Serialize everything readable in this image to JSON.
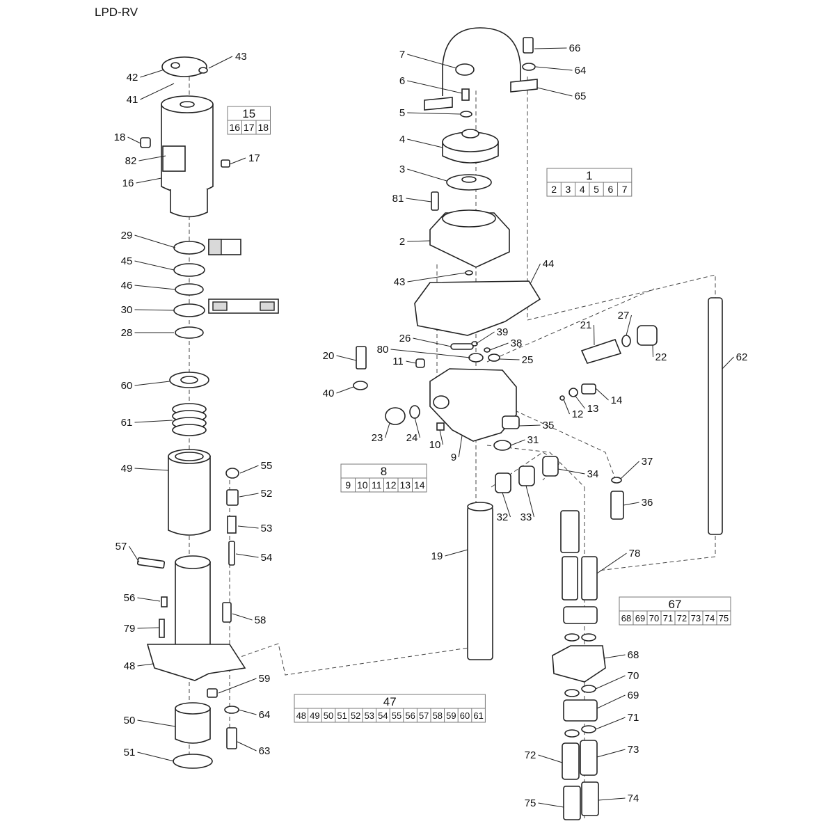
{
  "title": "LPD-RV",
  "groups": [
    {
      "id": "g15",
      "main": "15",
      "subs": [
        "16",
        "17",
        "18"
      ]
    },
    {
      "id": "g1",
      "main": "1",
      "subs": [
        "2",
        "3",
        "4",
        "5",
        "6",
        "7"
      ]
    },
    {
      "id": "g8",
      "main": "8",
      "subs": [
        "9",
        "10",
        "11",
        "12",
        "13",
        "14"
      ]
    },
    {
      "id": "g67",
      "main": "67",
      "subs": [
        "68",
        "69",
        "70",
        "71",
        "72",
        "73",
        "74",
        "75"
      ]
    },
    {
      "id": "g47",
      "main": "47",
      "subs": [
        "48",
        "49",
        "50",
        "51",
        "52",
        "53",
        "54",
        "55",
        "56",
        "57",
        "58",
        "59",
        "60",
        "61"
      ]
    }
  ],
  "callouts": [
    "43",
    "42",
    "41",
    "18",
    "82",
    "17",
    "16",
    "29",
    "45",
    "46",
    "30",
    "28",
    "60",
    "61",
    "49",
    "55",
    "52",
    "53",
    "54",
    "57",
    "56",
    "79",
    "58",
    "48",
    "59",
    "64",
    "50",
    "51",
    "63",
    "7",
    "66",
    "64",
    "6",
    "65",
    "5",
    "4",
    "3",
    "81",
    "2",
    "43",
    "44",
    "26",
    "39",
    "38",
    "80",
    "25",
    "20",
    "11",
    "40",
    "21",
    "27",
    "22",
    "14",
    "13",
    "12",
    "62",
    "23",
    "24",
    "10",
    "35",
    "31",
    "9",
    "37",
    "34",
    "36",
    "32",
    "33",
    "19",
    "78"
  ],
  "callouts_lower_right": [
    "68",
    "70",
    "69",
    "71",
    "72",
    "73",
    "75",
    "74"
  ]
}
